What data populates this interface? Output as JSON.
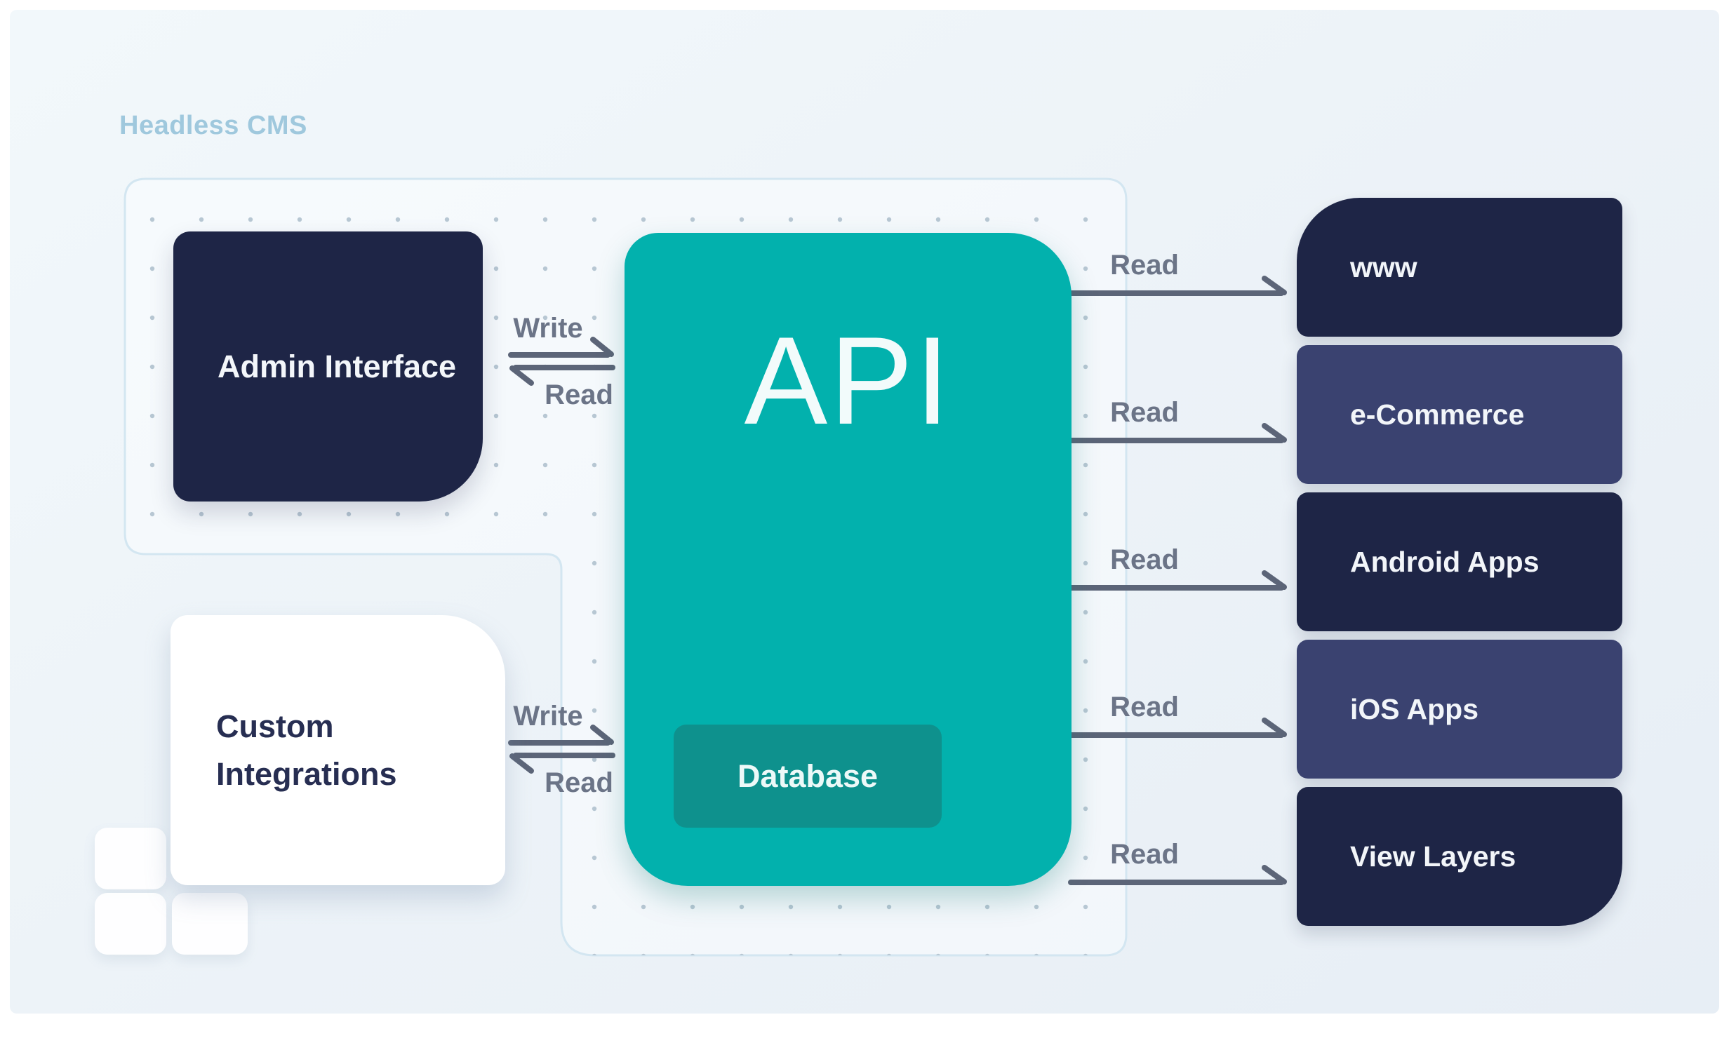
{
  "cms_group": {
    "label": "Headless CMS",
    "nodes": {
      "admin": {
        "label": "Admin Interface"
      },
      "custom": {
        "label": "Custom Integrations"
      },
      "api": {
        "label": "API"
      },
      "database": {
        "label": "Database"
      }
    }
  },
  "connections": {
    "admin_api": {
      "write_label": "Write",
      "read_label": "Read"
    },
    "custom_api": {
      "write_label": "Write",
      "read_label": "Read"
    }
  },
  "targets": [
    {
      "label": "www",
      "read_label": "Read",
      "variant": "dark"
    },
    {
      "label": "e-Commerce",
      "read_label": "Read",
      "variant": "light"
    },
    {
      "label": "Android Apps",
      "read_label": "Read",
      "variant": "dark"
    },
    {
      "label": "iOS Apps",
      "read_label": "Read",
      "variant": "light"
    },
    {
      "label": "View Layers",
      "read_label": "Read",
      "variant": "dark"
    }
  ],
  "colors": {
    "canvas_bg": "#edf3f8",
    "group_outline": "#d3e6f1",
    "dot_grid": "#b7c7d3",
    "node_navy": "#1e2546",
    "node_indigo": "#3a4270",
    "node_white": "#ffffff",
    "api_teal": "#02b1ad",
    "database_teal": "#0e918d",
    "arrow_gray": "#5c6578",
    "flow_label_gray": "#6b7487",
    "cms_title_blue": "#9fc8dd"
  }
}
